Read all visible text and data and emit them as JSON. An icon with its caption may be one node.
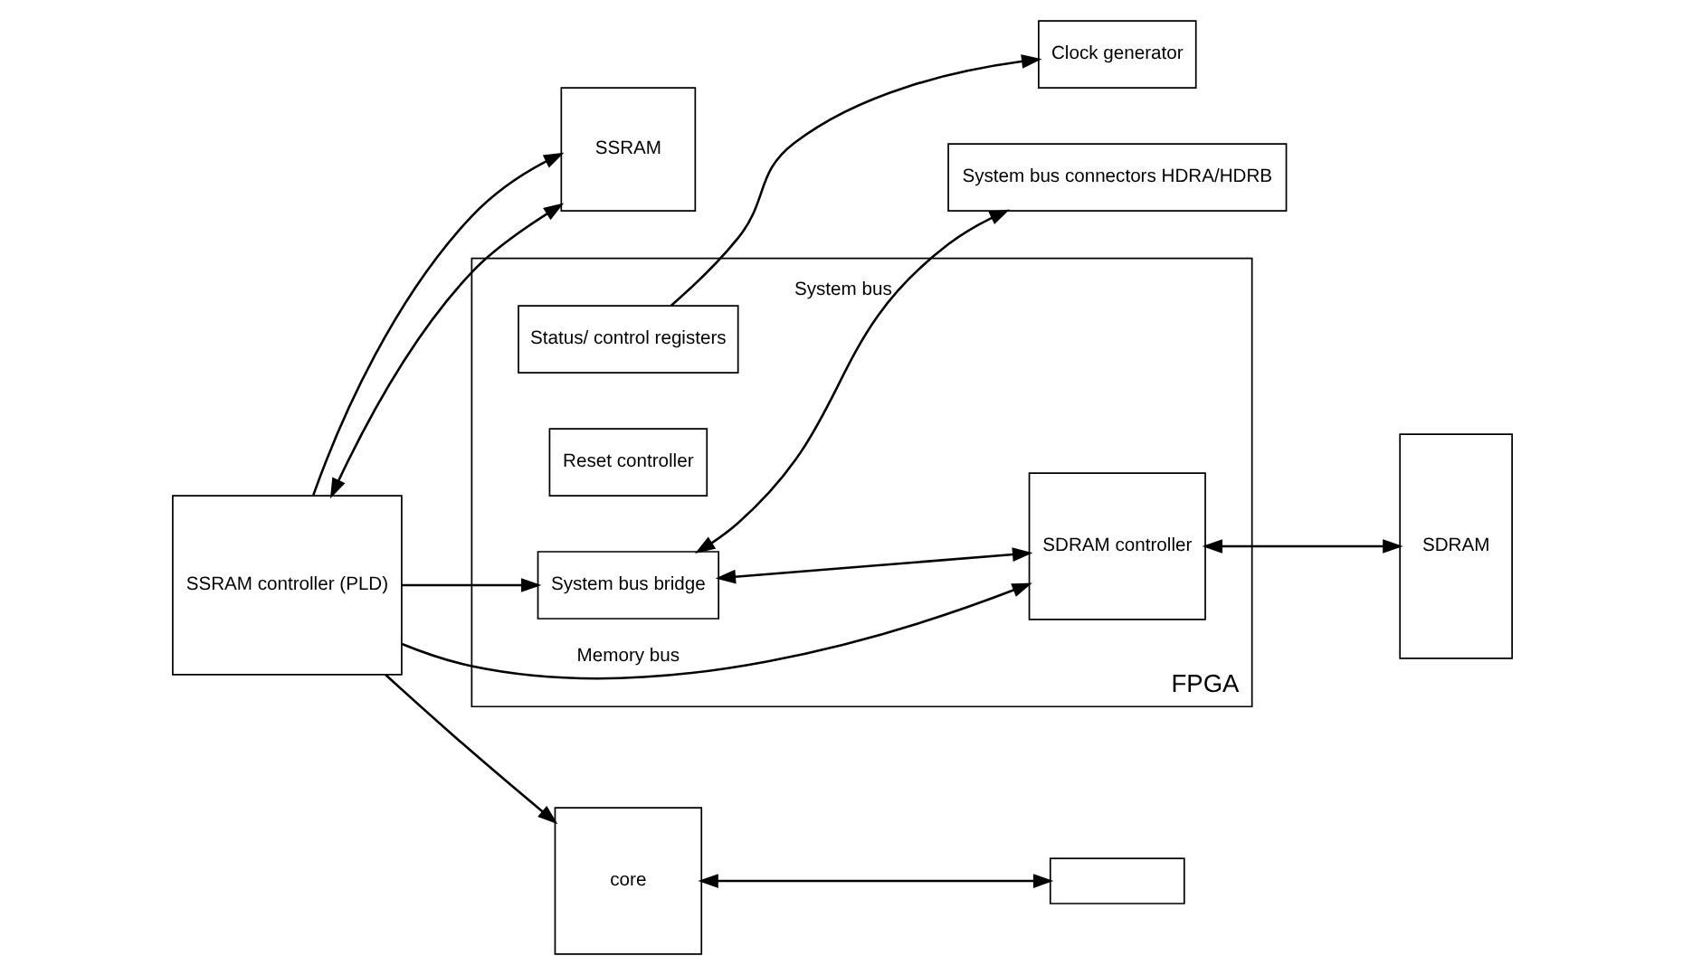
{
  "diagram": {
    "nodes": [
      {
        "text": [
          "SSRAM"
        ]
      },
      {
        "text": [
          "Clock generator"
        ]
      },
      {
        "text": [
          "FPGA"
        ]
      },
      {
        "text": [
          "Status/ control registers"
        ],
        "in": 2
      },
      {
        "text": [
          "Reset controller"
        ],
        "in": 2
      },
      {
        "text": [
          "SDRAM controller"
        ],
        "in": 2
      },
      {
        "text": [
          "System bus bridge"
        ],
        "in": 2
      },
      {
        "text": [
          "SDRAM"
        ]
      },
      {
        "text": [
          "SSRAM controller (PLD)"
        ]
      },
      {
        "text": [
          "core"
        ]
      },
      {
        "text": [],
        "shape": "box"
      },
      {
        "text": [
          "System bus connectors HDRA/HDRB"
        ]
      }
    ],
    "edges": [
      {
        "from": 8,
        "to": 0,
        "arrow": "both"
      },
      {
        "from": 8,
        "to": 5,
        "arrow": "to",
        "label": "Memory bus"
      },
      {
        "from": 8,
        "to": 9,
        "arrow": "to"
      },
      {
        "from": 8,
        "to": 6,
        "arrow": "to"
      },
      {
        "from": 8,
        "to": 0,
        "arrow": "to"
      },
      {
        "from": 3,
        "to": 1,
        "arrow": "to"
      },
      {
        "from": 5,
        "to": 7,
        "arrow": "both"
      },
      {
        "from": 6,
        "to": 5,
        "arrow": "both"
      },
      {
        "from": 6,
        "to": 11,
        "arrow": "both",
        "label": "System bus"
      },
      {
        "from": 9,
        "to": 10,
        "arrow": "both"
      }
    ]
  }
}
